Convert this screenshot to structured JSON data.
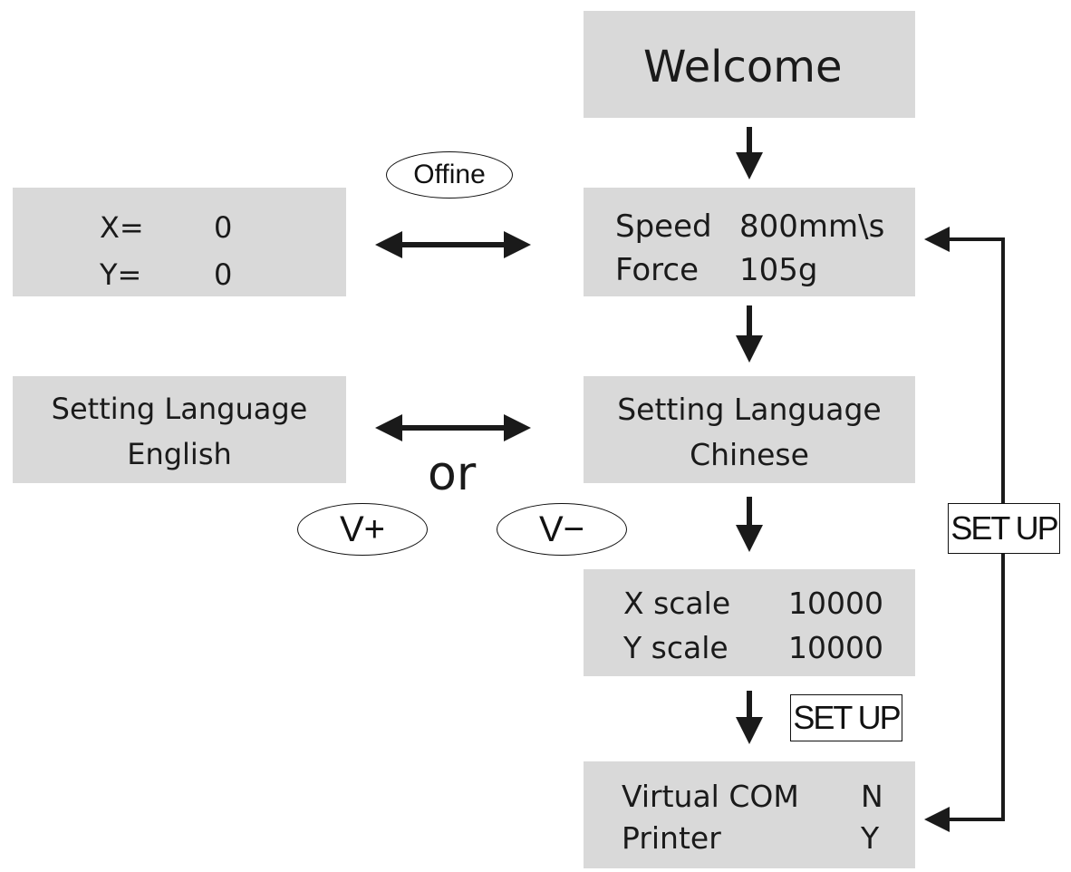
{
  "screens": {
    "welcome": {
      "title": "Welcome"
    },
    "speed_force": {
      "speed_label": "Speed",
      "speed_value": "800mm\\s",
      "force_label": "Force",
      "force_value": "105g"
    },
    "xy_position": {
      "x_label": "X=",
      "x_value": "0",
      "y_label": "Y=",
      "y_value": "0"
    },
    "language_chinese": {
      "line1": "Setting Language",
      "line2": "Chinese"
    },
    "language_english": {
      "line1": "Setting Language",
      "line2": "English"
    },
    "scale": {
      "x_label": "X  scale",
      "x_value": "10000",
      "y_label": "Y  scale",
      "y_value": "10000"
    },
    "virtual_com": {
      "com_label": "Virtual  COM",
      "com_value": "N",
      "printer_label": "Printer",
      "printer_value": "Y"
    }
  },
  "keys": {
    "offline": "Offine",
    "v_plus": "V+",
    "v_minus": "V−",
    "or_text": "or",
    "setup_lower": "SET UP",
    "setup_loop": "SET UP"
  }
}
